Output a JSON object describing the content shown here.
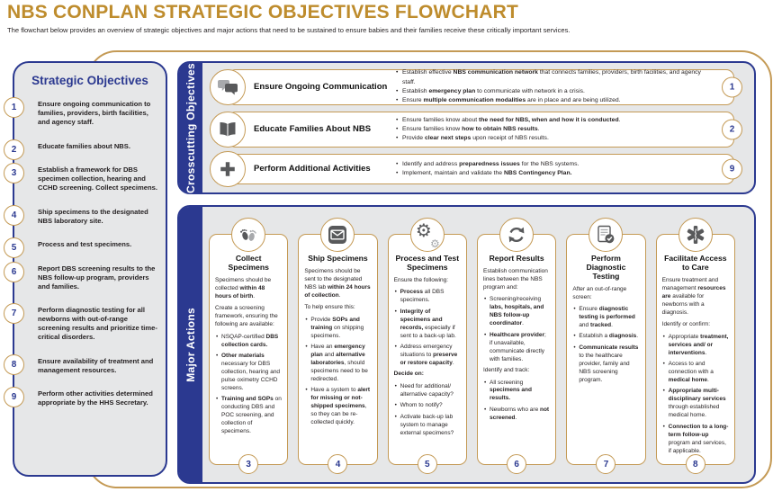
{
  "page": {
    "title": "NBS CONPLAN STRATEGIC OBJECTIVES FLOWCHART",
    "subtitle": "The flowchart below provides an overview of strategic objectives and major actions that need to be sustained to ensure babies and their families receive these critically important services."
  },
  "colors": {
    "navy": "#2B3990",
    "gold": "#C49A55",
    "title_gold": "#BE8C2D",
    "panel_gray": "#E6E7E8",
    "icon_dark": "#58595B",
    "icon_light": "#A7A9AC"
  },
  "sidebar": {
    "title": "Strategic Objectives",
    "items": [
      {
        "num": "1",
        "text": "Ensure ongoing communication to families, providers, birth facilities, and agency staff."
      },
      {
        "num": "2",
        "text": "Educate families about NBS."
      },
      {
        "num": "3",
        "text": "Establish a framework for DBS specimen collection, hearing and CCHD screening. Collect specimens."
      },
      {
        "num": "4",
        "text": "Ship specimens to the designated NBS laboratory site."
      },
      {
        "num": "5",
        "text": "Process and test specimens."
      },
      {
        "num": "6",
        "text": "Report DBS screening results to the NBS follow-up program, providers and families."
      },
      {
        "num": "7",
        "text": "Perform diagnostic testing for all newborns with out-of-range screening results and prioritize time-critical disorders."
      },
      {
        "num": "8",
        "text": "Ensure availability of treatment and management resources."
      },
      {
        "num": "9",
        "text": "Perform other activities determined appropriate by the HHS Secretary."
      }
    ]
  },
  "crosscutting": {
    "label": "Crosscutting Objectives",
    "rows": [
      {
        "icon": "speech-bubbles-icon",
        "title": "Ensure Ongoing Communication",
        "badge": "1",
        "bullets": [
          "Establish effective **NBS communication network** that connects families, providers, birth facilities, and agency staff.",
          "Establish **emergency plan** to communicate with network in a crisis.",
          "Ensure **multiple communication modalities** are in place and are being utilized."
        ]
      },
      {
        "icon": "open-book-icon",
        "title": "Educate Families About NBS",
        "badge": "2",
        "bullets": [
          "Ensure families know about **the need for NBS, when and how it is conducted**.",
          "Ensure families know **how to obtain NBS results**.",
          "Provide **clear next steps** upon receipt of NBS results."
        ]
      },
      {
        "icon": "plus-icon",
        "title": "Perform Additional Activities",
        "badge": "9",
        "bullets": [
          "Identify and address **preparedness issues** for the NBS systems.",
          "Implement, maintain and validate the **NBS Contingency Plan.**"
        ]
      }
    ]
  },
  "majors": {
    "label": "Major Actions",
    "cards": [
      {
        "icon": "footprints-icon",
        "title": "Collect Specimens",
        "badge": "3",
        "blocks": [
          {
            "type": "p",
            "text": "Specimens should be collected **within 48 hours of birth**."
          },
          {
            "type": "p",
            "text": "Create a screening framework, ensuring the following are available:"
          },
          {
            "type": "li",
            "text": "NSQAP-certified **DBS collection cards.**"
          },
          {
            "type": "li",
            "text": "**Other materials** necessary for DBS collection, hearing and pulse oximetry CCHD screens."
          },
          {
            "type": "li",
            "text": "**Training and SOPs** on conducting DBS and POC screening, and collection of specimens."
          }
        ]
      },
      {
        "icon": "envelope-icon",
        "title": "Ship Specimens",
        "badge": "4",
        "blocks": [
          {
            "type": "p",
            "text": "Specimens should be sent to the designated NBS lab **within 24 hours of collection**."
          },
          {
            "type": "p",
            "text": "To help ensure this:"
          },
          {
            "type": "li",
            "text": "Provide **SOPs and training** on shipping specimens."
          },
          {
            "type": "li",
            "text": "Have an **emergency plan** and **alternative laboratories**, should specimens need to be redirected."
          },
          {
            "type": "li",
            "text": "Have a system to **alert for missing or not-shipped specimens**, so they can be re-collected quickly."
          }
        ]
      },
      {
        "icon": "gears-icon",
        "title": "Process and Test Specimens",
        "badge": "5",
        "blocks": [
          {
            "type": "p",
            "text": "Ensure the following:"
          },
          {
            "type": "li",
            "text": "**Process** all DBS specimens."
          },
          {
            "type": "li",
            "text": "**Integrity of specimens and records,** especially if sent to a back-up lab."
          },
          {
            "type": "li",
            "text": "Address emergency situations to **preserve or restore capacity**."
          },
          {
            "type": "p",
            "text": "**Decide on:**"
          },
          {
            "type": "li",
            "text": "Need for additional/ alternative capacity?"
          },
          {
            "type": "li",
            "text": "Whom to notify?"
          },
          {
            "type": "li",
            "text": "Activate back-up lab system to manage external specimens?"
          }
        ]
      },
      {
        "icon": "refresh-arrows-icon",
        "title": "Report Results",
        "badge": "6",
        "blocks": [
          {
            "type": "p",
            "text": "Establish communication lines between the NBS program and:"
          },
          {
            "type": "li",
            "text": "Screening/receiving **labs, hospitals, and NBS follow-up coordinator**."
          },
          {
            "type": "li",
            "text": "**Healthcare provider**; if unavailable, communicate directly with families."
          },
          {
            "type": "p",
            "text": "Identify and track:"
          },
          {
            "type": "li",
            "text": "All screening **specimens and results.**"
          },
          {
            "type": "li",
            "text": "Newborns who are **not screened**."
          }
        ]
      },
      {
        "icon": "document-check-icon",
        "title": "Perform Diagnostic Testing",
        "badge": "7",
        "blocks": [
          {
            "type": "p",
            "text": "After an out-of-range screen:"
          },
          {
            "type": "li",
            "text": "Ensure **diagnostic testing is performed** and **tracked**."
          },
          {
            "type": "li",
            "text": "Establish a **diagnosis**."
          },
          {
            "type": "li",
            "text": "**Communicate results** to the healthcare provider, family and NBS screening program."
          }
        ]
      },
      {
        "icon": "star-of-life-icon",
        "title": "Facilitate Access to Care",
        "badge": "8",
        "blocks": [
          {
            "type": "p",
            "text": "Ensure treatment and management **resources are** available for newborns with a diagnosis."
          },
          {
            "type": "p",
            "text": "Identify or confirm:"
          },
          {
            "type": "li",
            "text": "Appropriate **treatment, services and/ or interventions**."
          },
          {
            "type": "li",
            "text": "Access to and connection with a **medical home**."
          },
          {
            "type": "li",
            "text": "**Appropriate multi-disciplinary services** through established medical home."
          },
          {
            "type": "li",
            "text": "**Connection to a long-term follow-up** program and services, if applicable."
          }
        ]
      }
    ]
  }
}
